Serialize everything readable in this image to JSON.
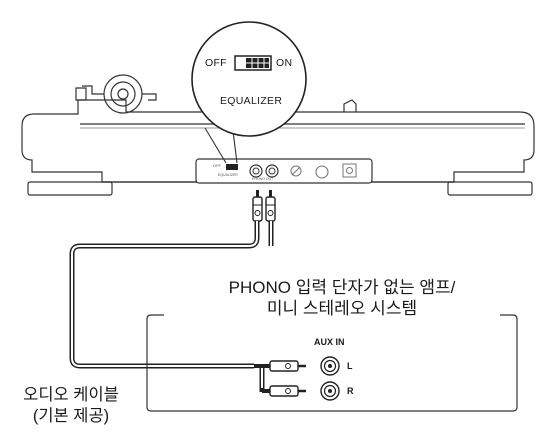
{
  "switch": {
    "off_label": "OFF",
    "on_label": "ON",
    "name": "EQUALIZER"
  },
  "panel": {
    "off_tiny": "OFF",
    "phono_out": "PHONO OUT",
    "switch_tiny": "EQUALIZER"
  },
  "amp": {
    "title_line1": "PHONO 입력 단자가 없는 앰프/",
    "title_line2": "미니 스테레오 시스템",
    "aux_in_label": "AUX IN",
    "left_label": "L",
    "right_label": "R"
  },
  "cable": {
    "label_line1": "오디오 케이블",
    "label_line2": "(기본 제공)"
  }
}
